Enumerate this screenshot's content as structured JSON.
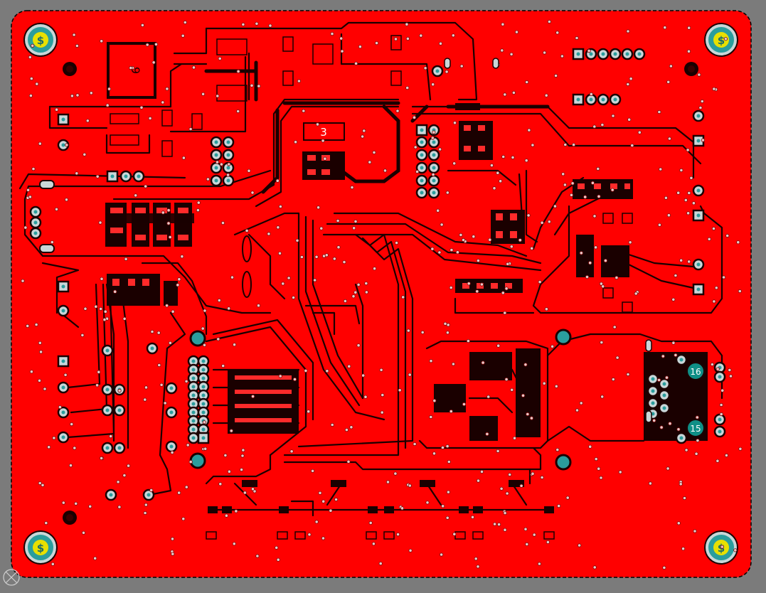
{
  "canvas": {
    "background": "#7b7b7b"
  },
  "board": {
    "copper_color": "#ff0000",
    "trace_color": "#1a0000",
    "outline_color": "#000000"
  },
  "labels": {
    "component_9": "9",
    "component_3": "3",
    "pin_16": "16",
    "pin_15": "15"
  },
  "icons": {
    "mounting_hole_symbol": "$",
    "origin_marker": "crosshair-circle-icon"
  },
  "colors": {
    "pad_teal": "#2a9d9d",
    "pad_ring": "#c9d6d8",
    "hole_yellow": "#e8e000",
    "badge_teal": "#0f8f86"
  }
}
